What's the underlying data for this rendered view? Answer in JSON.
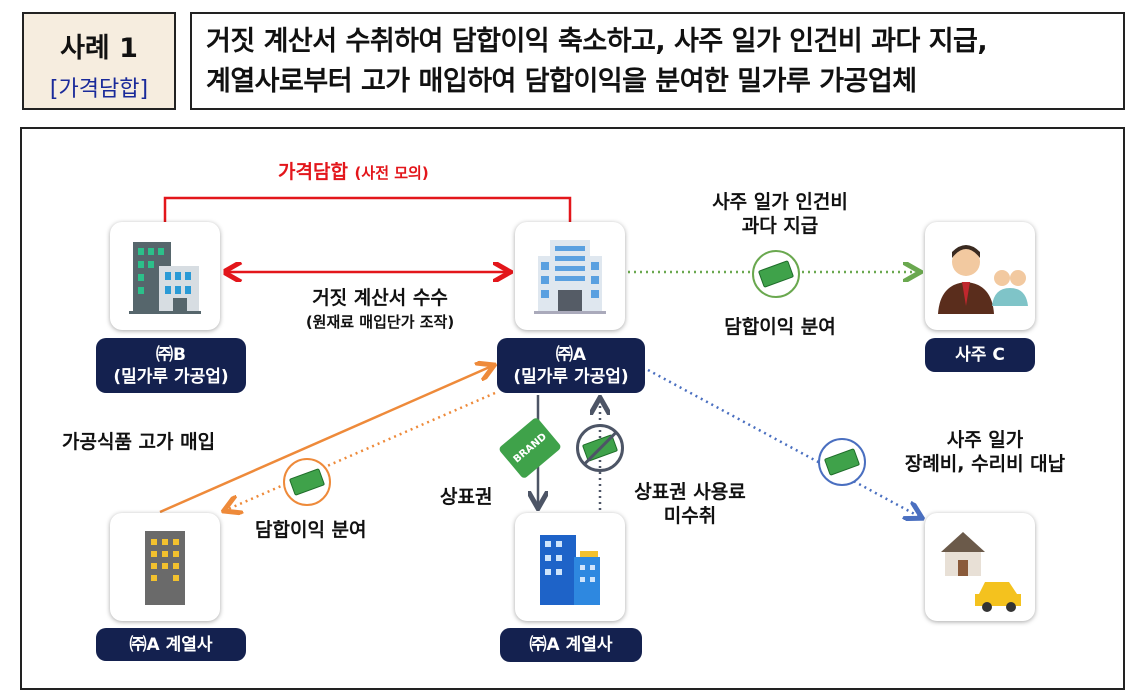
{
  "header": {
    "case_number": "사례 1",
    "case_type": "[가격담합]",
    "title_lines": [
      "거짓 계산서 수취하여 담합이익 축소하고, 사주 일가 인건비 과다 지급,",
      "계열사로부터 고가 매입하여 담합이익을 분여한 밀가루 가공업체"
    ]
  },
  "nodes": {
    "company_b": {
      "line1": "㈜B",
      "line2": "(밀가루 가공업)"
    },
    "company_a": {
      "line1": "㈜A",
      "line2": "(밀가루 가공업)"
    },
    "owner_c": {
      "label": "사주 C"
    },
    "affiliate_left": {
      "label": "㈜A 계열사"
    },
    "affiliate_mid": {
      "label": "㈜A 계열사"
    }
  },
  "edges": {
    "collusion": {
      "main": "가격담합",
      "sub": "(사전 모의)"
    },
    "fake_invoice": {
      "main": "거짓 계산서 수수",
      "sub": "(원재료 매입단가 조작)"
    },
    "owner_pay": {
      "line1": "사주 일가 인건비",
      "line2": "과다 지급",
      "below": "담합이익 분여"
    },
    "high_purchase": "가공식품 고가 매입",
    "profit_share_left": "담합이익 분여",
    "trademark": "상표권",
    "royalty": {
      "line1": "상표권 사용료",
      "line2": "미수취"
    },
    "family_costs": {
      "line1": "사주 일가",
      "line2": "장례비, 수리비 대납"
    },
    "brand_tag": "BRAND"
  },
  "colors": {
    "navy": "#14214f",
    "red": "#e3161b",
    "orange": "#ee8a3a",
    "green": "#6aa84f",
    "blue": "#4a6fc0",
    "gray": "#4d5566"
  }
}
